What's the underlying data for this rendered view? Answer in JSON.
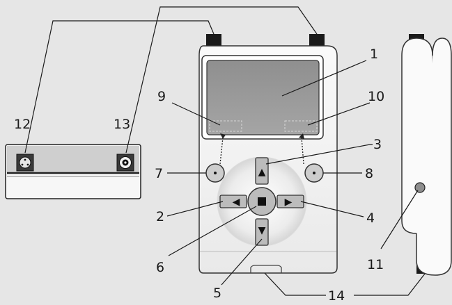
{
  "diagram": {
    "callouts": {
      "c1": "1",
      "c2": "2",
      "c3": "3",
      "c4": "4",
      "c5": "5",
      "c6": "6",
      "c7": "7",
      "c8": "8",
      "c9": "9",
      "c10": "10",
      "c11": "11",
      "c12": "12",
      "c13": "13",
      "c14": "14"
    },
    "glyphs": {
      "up": "▲",
      "down": "▼",
      "left": "◀",
      "right": "▶",
      "stop": "■"
    }
  }
}
